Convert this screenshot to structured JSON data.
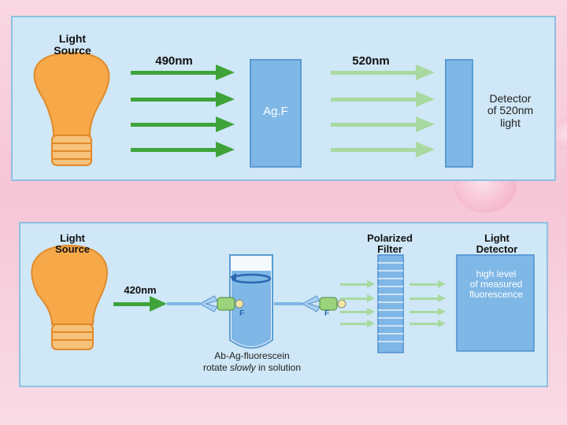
{
  "panel1": {
    "source_label": "Light\nSource",
    "excite_wavelength": "490nm",
    "emit_wavelength": "520nm",
    "reagent": "Ag.F",
    "detector_label": "Detector\nof 520nm\nlight"
  },
  "panel2": {
    "source_label": "Light\nSource",
    "excite_wavelength": "420nm",
    "filter_label": "Polarized\nFilter",
    "detector_label": "Light\nDetector",
    "detector_text": "high level\nof measured\nfluorescence",
    "tag_left": "F",
    "tag_right": "F",
    "caption_line1": "Ab-Ag-fluorescein",
    "caption_line2_pre": "rotate ",
    "caption_line2_em": "slowly",
    "caption_line2_post": " in solution"
  },
  "colors": {
    "panel_bg": "#cfe7f6",
    "bulb": "#f7a94a",
    "arrow_dark": "#3fa33a",
    "arrow_light": "#a9d9a0",
    "block_blue": "#7fb7e6"
  }
}
